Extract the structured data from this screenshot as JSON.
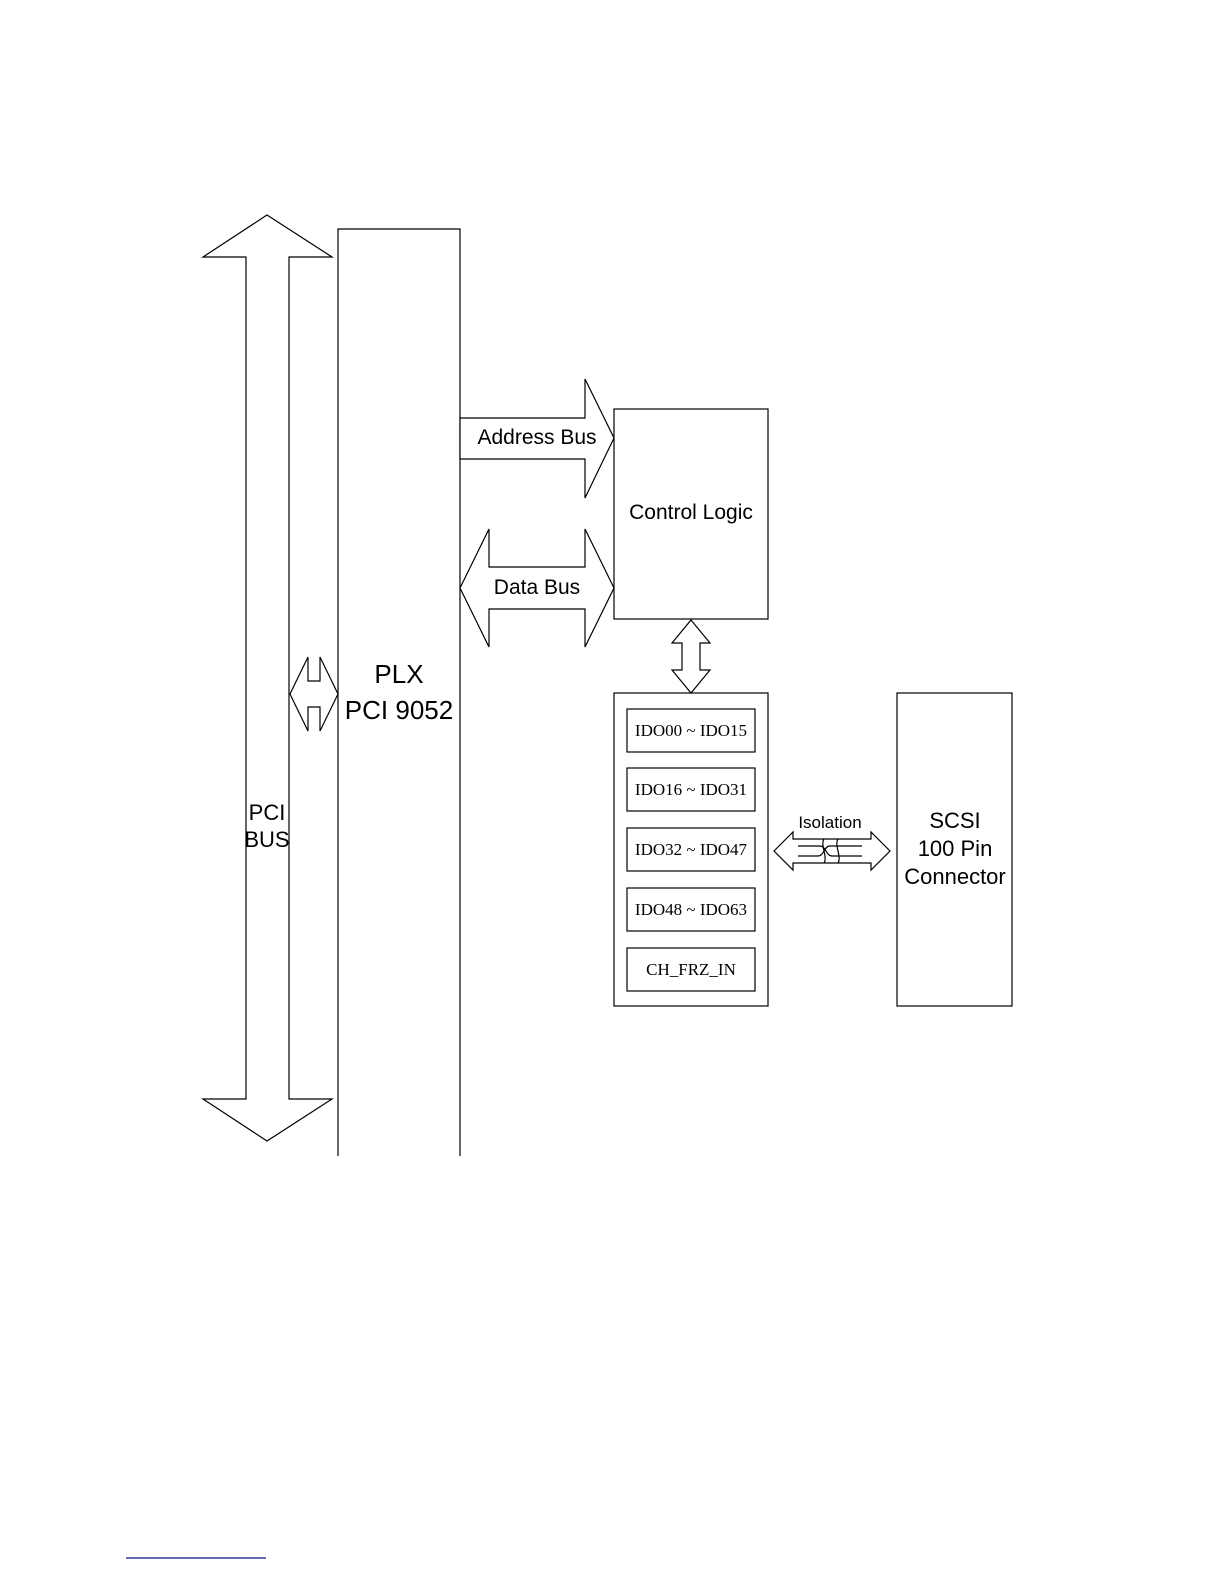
{
  "diagram": {
    "pci_bus": {
      "line1": "PCI",
      "line2": "BUS"
    },
    "plx": {
      "line1": "PLX",
      "line2": "PCI 9052"
    },
    "address_bus": "Address Bus",
    "data_bus": "Data Bus",
    "control_logic": "Control Logic",
    "io_channels": [
      "IDO00 ~ IDO15",
      "IDO16 ~ IDO31",
      "IDO32 ~ IDO47",
      "IDO48 ~ IDO63",
      "CH_FRZ_IN"
    ],
    "isolation": "Isolation",
    "connector": {
      "line1": "SCSI",
      "line2": "100 Pin",
      "line3": "Connector"
    }
  }
}
